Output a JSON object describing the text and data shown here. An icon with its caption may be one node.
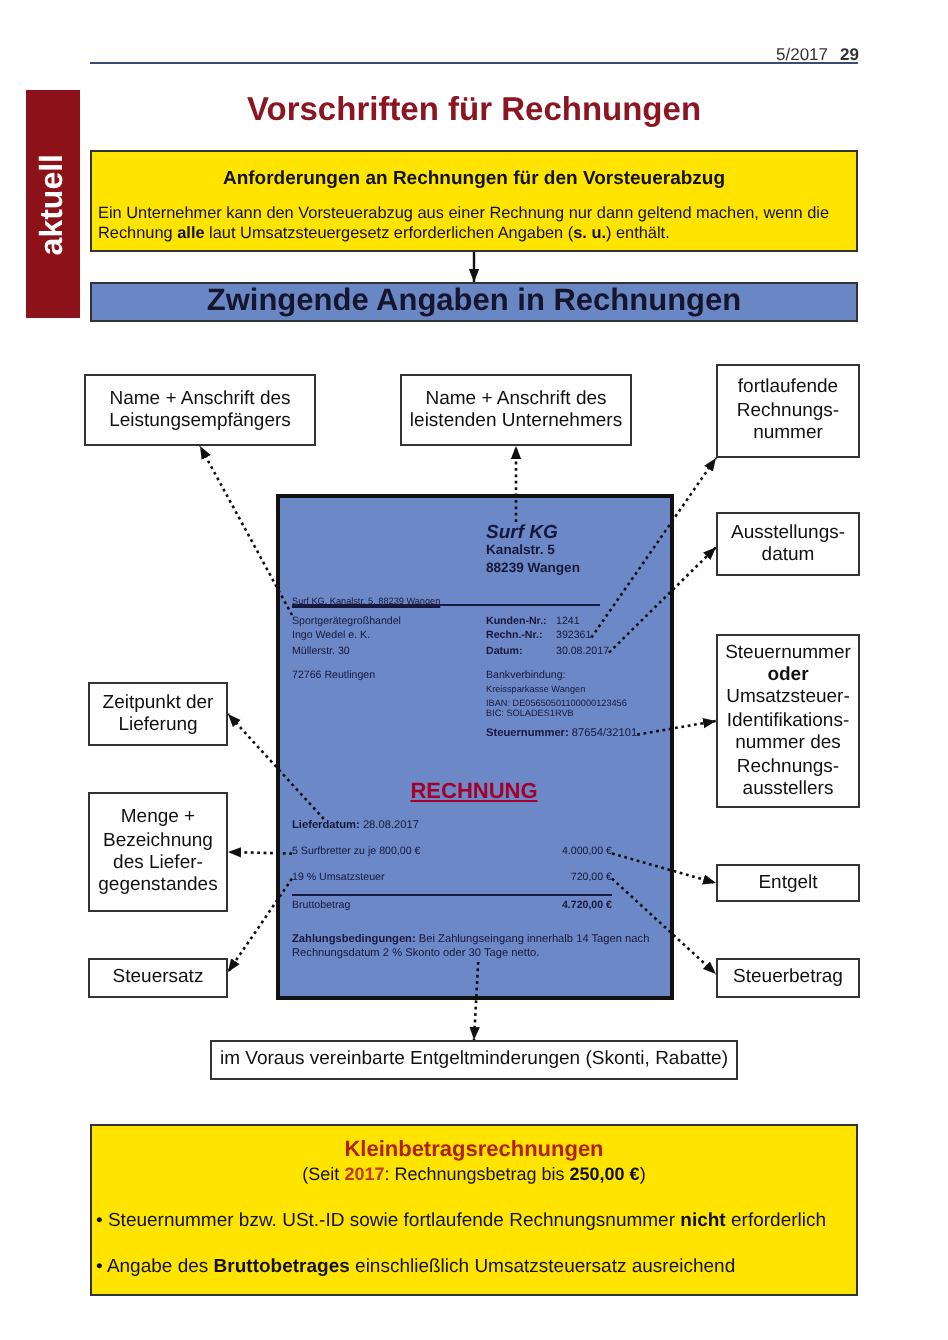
{
  "diagram": {
    "title": "Vorschriften für Rechnungen",
    "nodes": [
      {
        "text": [
          "aktuell"
        ]
      },
      {
        "text": [
          "Anforderungen an Rechnungen für den Vorsteuerabzug",
          "Ein Unternehmer kann den Vorsteuerabzug aus einer Rechnung nur dann geltend machen, wenn die Rechnung **alle** laut Umsatzsteuergesetz erforderlichen Angaben (**s. u.**) enthält."
        ]
      },
      {
        "text": [
          "Zwingende Angaben in Rechnungen"
        ]
      },
      {
        "text": [
          "Name + Anschrift des Leistungsempfängers"
        ]
      },
      {
        "text": [
          "Name + Anschrift des leistenden Unternehmers"
        ]
      },
      {
        "text": [
          "fortlaufende Rechnungs-nummer"
        ]
      },
      {
        "text": [
          "Ausstellungs-datum"
        ]
      },
      {
        "text": [
          "Surf KG, Kanalstr. 5, 88239 Wangen",
          "Kunden-Nr.:",
          "1241",
          "Bankverbindung:",
          "Kreissparkasse Wangen",
          "IBAN: DE05650501100000123456",
          "BIC: SOLADES1RVB",
          "RECHNUNG",
          "Bruttobetrag",
          "4.720,00 €"
        ]
      },
      {
        "text": [
          "Surf KG",
          "Kanalstr. 5",
          "88239 Wangen"
        ],
        "in": 7
      },
      {
        "text": [
          "Sportgerätegroßhandel",
          "Ingo Wedel e. K.",
          "Müllerstr. 30",
          "72766 Reutlingen"
        ],
        "in": 7
      },
      {
        "text": [
          "Rechn.-Nr.:",
          "392361"
        ],
        "in": 7
      },
      {
        "text": [
          "Datum:",
          "30.08.2017"
        ],
        "in": 7
      },
      {
        "text": [
          "**Steuernummer:** 87654/32101"
        ],
        "in": 7
      },
      {
        "text": [
          "**Lieferdatum:** 28.08.2017"
        ],
        "in": 7
      },
      {
        "text": [
          "5 Surfbretter zu je 800,00 €"
        ],
        "in": 7
      },
      {
        "text": [
          "4.000,00 €"
        ],
        "in": 7
      },
      {
        "text": [
          "19 % Umsatzsteuer"
        ],
        "in": 7
      },
      {
        "text": [
          "720,00 €"
        ],
        "in": 7
      },
      {
        "text": [
          "**Zahlungsbedingungen:** Bei Zahlungseingang innerhalb 14 Tagen nach Rechnungsdatum 2 % Skonto oder 30 Tage netto."
        ],
        "in": 7
      },
      {
        "text": [
          "Zeitpunkt der Lieferung"
        ]
      },
      {
        "text": [
          "Steuernummer **oder** Umsatzsteuer-Identifikations-nummer des Rechnungs-ausstellers"
        ]
      },
      {
        "text": [
          "Menge + Bezeichnung des Liefer-gegenstandes"
        ]
      },
      {
        "text": [
          "Entgelt"
        ]
      },
      {
        "text": [
          "Steuersatz"
        ]
      },
      {
        "text": [
          "Steuerbetrag"
        ]
      },
      {
        "text": [
          "im Voraus vereinbarte Entgeltminderungen (Skonti, Rabatte)"
        ]
      },
      {
        "text": [
          "Kleinbetragsrechnungen",
          "(Seit **2017**: Rechnungsbetrag bis **250,00 €**)",
          "• Steuernummer bzw. USt.-ID sowie fortlaufende Rechnungsnummer **nicht** erforderlich",
          "• Angabe des **Bruttobetrages** einschließlich Umsatzsteuersatz ausreichend"
        ]
      }
    ],
    "edges": [
      {
        "from": 1,
        "to": 2,
        "arrow": "to"
      },
      {
        "from": 9,
        "to": 3,
        "arrow": "to",
        "style": "dashed"
      },
      {
        "from": 8,
        "to": 4,
        "arrow": "to",
        "style": "dashed"
      },
      {
        "from": 10,
        "to": 5,
        "arrow": "to",
        "style": "dashed"
      },
      {
        "from": 11,
        "to": 6,
        "arrow": "to",
        "style": "dashed"
      },
      {
        "from": 13,
        "to": 19,
        "arrow": "to",
        "style": "dashed"
      },
      {
        "from": 12,
        "to": 20,
        "arrow": "to",
        "style": "dashed"
      },
      {
        "from": 14,
        "to": 21,
        "arrow": "to",
        "style": "dashed"
      },
      {
        "from": 15,
        "to": 22,
        "arrow": "to",
        "style": "dashed"
      },
      {
        "from": 16,
        "to": 23,
        "arrow": "to",
        "style": "dashed"
      },
      {
        "from": 17,
        "to": 24,
        "arrow": "to",
        "style": "dashed"
      },
      {
        "from": 18,
        "to": 25,
        "arrow": "to",
        "style": "dashed"
      }
    ],
    "labels": [
      "5/2017",
      "29"
    ]
  }
}
